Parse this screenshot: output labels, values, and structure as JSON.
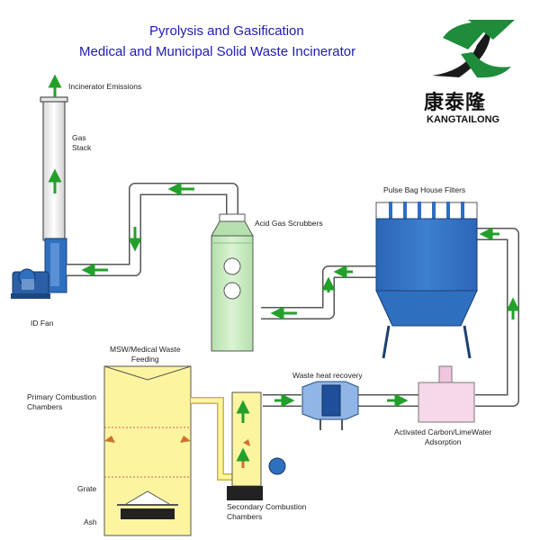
{
  "header": {
    "title_line1": "Pyrolysis and Gasification",
    "title_line2": "Medical and Municipal Solid Waste Incinerator"
  },
  "logo": {
    "chinese": "康泰隆",
    "english": "KANGTAILONG",
    "icon": "kt-leaf-logo-icon",
    "colors": {
      "green": "#1e8c3a",
      "dark": "#1a1a1a"
    }
  },
  "labels": {
    "incinerator_emissions": "Incinerator Emissions",
    "gas_stack": "Gas\nStack",
    "id_fan": "ID Fan",
    "acid_gas_scrubbers": "Acid Gas Scrubbers",
    "pulse_bag_house_filters": "Pulse Bag House Filters",
    "msw_medical_waste_feeding": "MSW/Medical Waste\nFeeding",
    "primary_combustion_chambers": "Primary Combustion\nChambers",
    "waste_heat_recovery": "Waste heat recovery",
    "activated_carbon": "Activated Carbon/LimeWater\nAdsorption",
    "grate": "Grate",
    "ash": "Ash",
    "secondary_combustion_chambers": "Secondary Combustion\nChambers"
  },
  "colors": {
    "title": "#1e1ab8",
    "scrubber": "#c8ecc0",
    "bag_filter": "#2f6fbf",
    "chamber": "#fdf4a0",
    "carbon_box": "#f6d8ea",
    "arrow": "#22a02a",
    "pipe": "#ffffff"
  }
}
